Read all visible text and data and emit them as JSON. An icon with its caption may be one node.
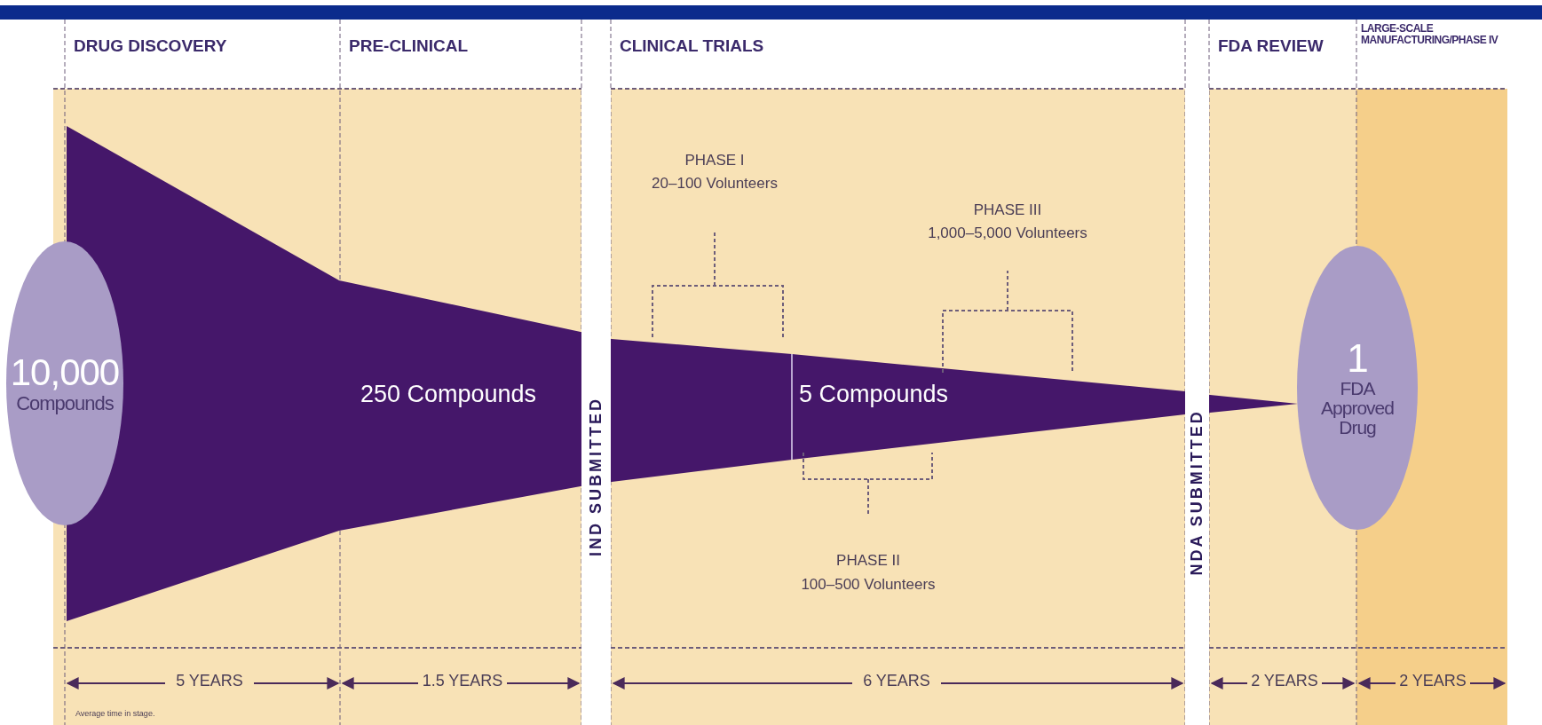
{
  "diagram": {
    "nodes": [
      {
        "text": [
          "10,000",
          "Compounds"
        ]
      },
      {
        "text": [
          "1",
          "FDA Approved Drug"
        ]
      }
    ],
    "labels": [
      "DRUG DISCOVERY",
      "PRE-CLINICAL",
      "CLINICAL TRIALS",
      "FDA REVIEW",
      "LARGE-SCALE MANUFACTURING/PHASE IV",
      "PHASE I",
      "20–100 Volunteers",
      "PHASE III",
      "1,000–5,000 Volunteers",
      "250 Compounds",
      "IND SUBMITTED",
      "5 Compounds",
      "NDA SUBMITTED",
      "PHASE II",
      "100–500 Volunteers",
      "5 YEARS",
      "1.5 YEARS",
      "6 YEARS",
      "2 YEARS",
      "2 YEARS",
      "Average time in stage."
    ]
  }
}
